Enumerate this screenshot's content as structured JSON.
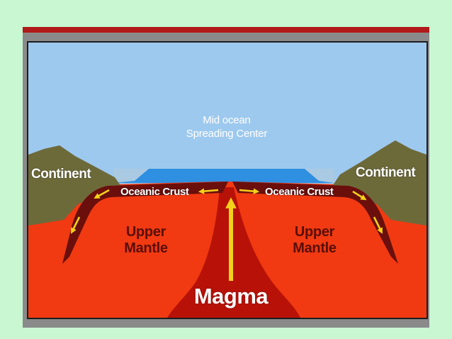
{
  "colors": {
    "page_background": "#c8f7d2",
    "sky": "#9ec9ee",
    "ocean": "#2f8fe0",
    "continent": "#6d6a3a",
    "mantle": "#f13a12",
    "magma": "#b81208",
    "crust": "#6a0f0c",
    "arrow": "#f5d21a"
  },
  "labels": {
    "mid_ocean_line1": "Mid ocean",
    "mid_ocean_line2": "Spreading Center",
    "continent_left": "Continent",
    "continent_right": "Continent",
    "crust_left": "Oceanic Crust",
    "crust_right": "Oceanic Crust",
    "mantle_left_line1": "Upper",
    "mantle_left_line2": "Mantle",
    "mantle_right_line1": "Upper",
    "mantle_right_line2": "Mantle",
    "magma": "Magma"
  },
  "icons": {
    "arrow": "arrow-icon"
  }
}
